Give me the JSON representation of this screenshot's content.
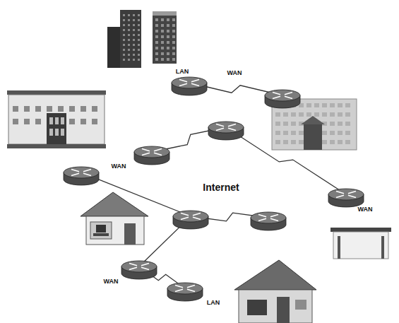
{
  "diagram": {
    "labels": [
      "LAN",
      "WAN",
      "WAN",
      "Internet",
      "WAN",
      "WAN",
      "LAN"
    ]
  }
}
